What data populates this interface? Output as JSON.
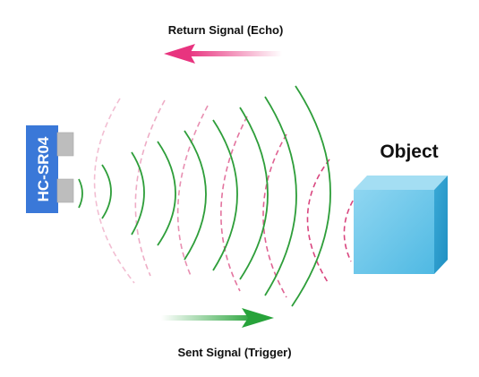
{
  "labels": {
    "return_signal": "Return Signal (Echo)",
    "sent_signal": "Sent Signal (Trigger)",
    "object": "Object",
    "sensor": "HC-SR04"
  },
  "colors": {
    "sent_wave": "#2e9e3a",
    "sent_arrow": "#27a33a",
    "echo_wave": "#d9467f",
    "echo_arrow": "#e8347f",
    "sensor_body": "#3a78d8",
    "transducer": "#b9b9b9",
    "object_front": "#6cc8ea",
    "object_side": "#38a9d6",
    "object_top": "#9adaf2"
  },
  "icons": {
    "sensor": "hc-sr04-sensor-icon",
    "object": "cube-object-icon",
    "return_arrow": "arrow-left-icon",
    "sent_arrow": "arrow-right-icon"
  }
}
